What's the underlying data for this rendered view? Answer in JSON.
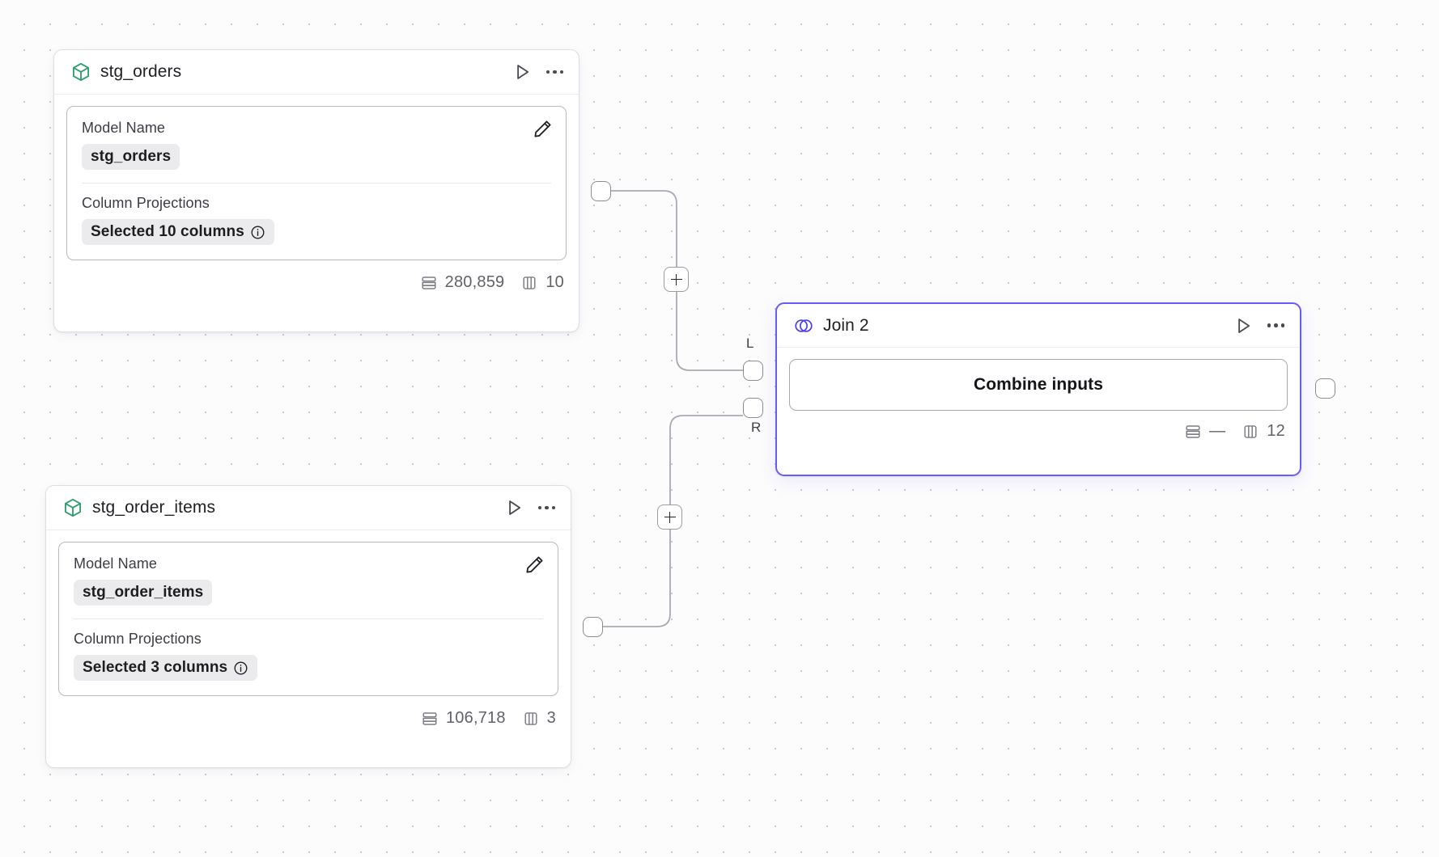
{
  "canvas": {
    "background_color": "#fcfcfd",
    "grid_dot_color": "#c9c9d1",
    "edge_color": "#a9a9b2",
    "accent_color": "#6b5bf5",
    "model_icon_color": "#2f9e6e"
  },
  "nodes": [
    {
      "id": "stg_orders",
      "icon": "cube-icon",
      "title": "stg_orders",
      "run_label": "Run",
      "menu_label": "More options",
      "fields": [
        {
          "label": "Model Name",
          "value": "stg_orders"
        },
        {
          "label": "Column Projections",
          "value": "Selected 10 columns"
        }
      ],
      "edit_label": "Edit",
      "stats": {
        "rows": "280,859",
        "columns": "10"
      }
    },
    {
      "id": "stg_order_items",
      "icon": "cube-icon",
      "title": "stg_order_items",
      "run_label": "Run",
      "menu_label": "More options",
      "fields": [
        {
          "label": "Model Name",
          "value": "stg_order_items"
        },
        {
          "label": "Column Projections",
          "value": "Selected 3 columns"
        }
      ],
      "edit_label": "Edit",
      "stats": {
        "rows": "106,718",
        "columns": "3"
      }
    },
    {
      "id": "join_2",
      "icon": "join-venn-icon",
      "title": "Join 2",
      "run_label": "Run",
      "menu_label": "More options",
      "action_label": "Combine inputs",
      "selected": true,
      "stats": {
        "rows": "—",
        "columns": "12"
      }
    }
  ],
  "ports": {
    "left_input_label": "L",
    "right_input_label": "R"
  },
  "edge_buttons": {
    "add_label": "+"
  }
}
